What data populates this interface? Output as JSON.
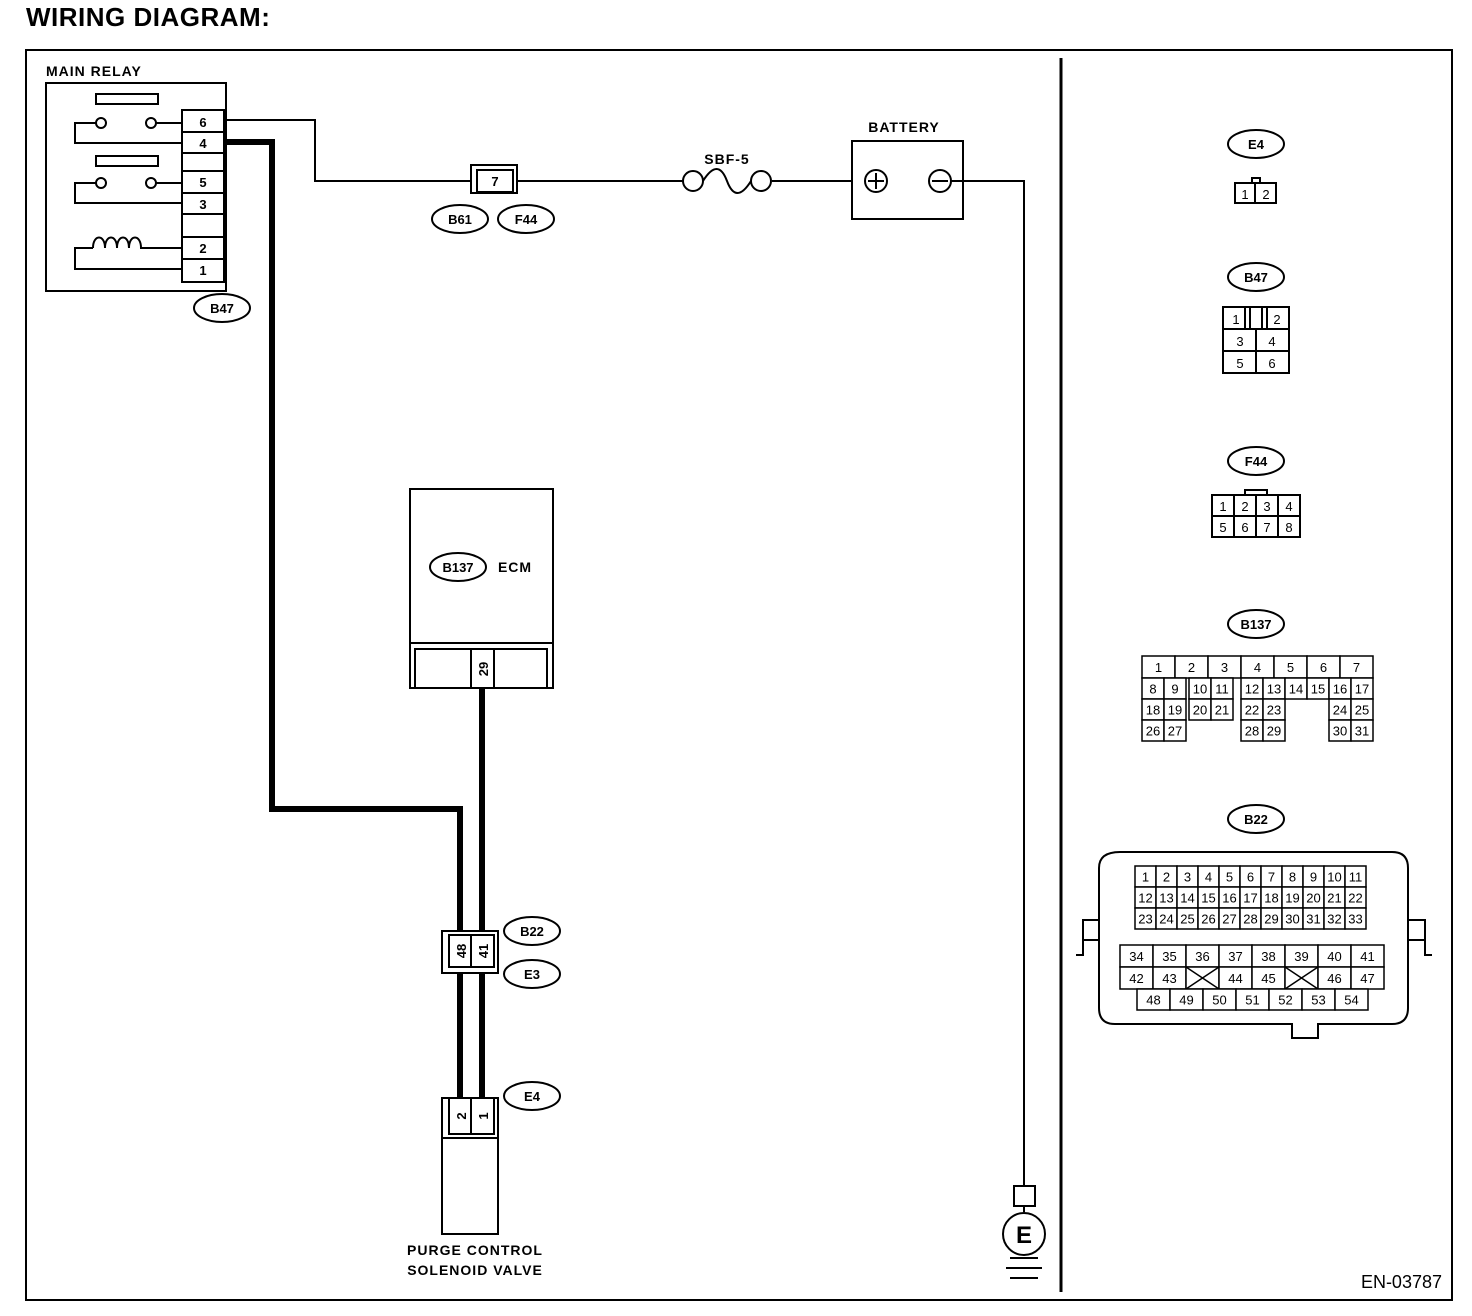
{
  "title": "WIRING DIAGRAM:",
  "figure_id": "EN-03787",
  "components": {
    "main_relay": {
      "label": "MAIN RELAY",
      "connector": "B47",
      "pins": [
        "6",
        "4",
        "5",
        "3",
        "2",
        "1"
      ]
    },
    "joint_connector": {
      "pin": "7",
      "connectors": [
        "B61",
        "F44"
      ]
    },
    "fuse": {
      "label": "SBF-5"
    },
    "battery": {
      "label": "BATTERY",
      "plus": "+",
      "minus": "−"
    },
    "ecm": {
      "connector": "B137",
      "label": "ECM",
      "pin": "29"
    },
    "inline_connector": {
      "pins": [
        "48",
        "41"
      ],
      "connectors": [
        "B22",
        "E3"
      ]
    },
    "purge_valve": {
      "connector": "E4",
      "pins": [
        "2",
        "1"
      ],
      "label_line1": "PURGE CONTROL",
      "label_line2": "SOLENOID VALVE"
    },
    "ground": {
      "label": "E"
    }
  },
  "connector_views": [
    {
      "name": "E4",
      "rows": [
        [
          "1",
          "2"
        ]
      ]
    },
    {
      "name": "B47",
      "rows": [
        [
          "1",
          "2"
        ],
        [
          "3",
          "4"
        ],
        [
          "5",
          "6"
        ]
      ]
    },
    {
      "name": "F44",
      "rows": [
        [
          "1",
          "2",
          "3",
          "4"
        ],
        [
          "5",
          "6",
          "7",
          "8"
        ]
      ]
    },
    {
      "name": "B137",
      "rows": [
        [
          "1",
          "2",
          "3",
          "4",
          "5",
          "6",
          "7"
        ],
        [
          "8",
          "9",
          "10",
          "11",
          "12",
          "13",
          "14",
          "15",
          "16",
          "17"
        ],
        [
          "18",
          "19",
          "20",
          "21",
          "22",
          "23",
          "24",
          "25"
        ],
        [
          "26",
          "27",
          "28",
          "29",
          "30",
          "31"
        ]
      ]
    },
    {
      "name": "B22",
      "rows": [
        [
          "1",
          "2",
          "3",
          "4",
          "5",
          "6",
          "7",
          "8",
          "9",
          "10",
          "11"
        ],
        [
          "12",
          "13",
          "14",
          "15",
          "16",
          "17",
          "18",
          "19",
          "20",
          "21",
          "22"
        ],
        [
          "23",
          "24",
          "25",
          "26",
          "27",
          "28",
          "29",
          "30",
          "31",
          "32",
          "33"
        ],
        [
          "34",
          "35",
          "36",
          "37",
          "38",
          "39",
          "40",
          "41"
        ],
        [
          "42",
          "43",
          "44",
          "45",
          "46",
          "47"
        ],
        [
          "48",
          "49",
          "50",
          "51",
          "52",
          "53",
          "54"
        ]
      ]
    }
  ]
}
